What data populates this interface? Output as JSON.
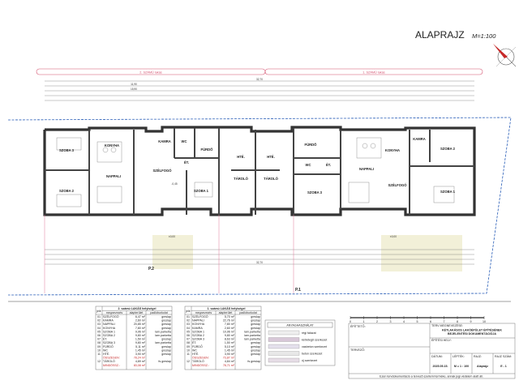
{
  "title": "ALAPRAJZ",
  "scale": "M=1:100",
  "banners": {
    "left": "2. SZÁMÚ lakás",
    "right": "1. SZÁMÚ lakás"
  },
  "dimensions": {
    "total": "32,70",
    "left_total": "15,90",
    "left_sub": "11,90",
    "bottom_total": "32,70"
  },
  "plots": {
    "p2": "P.2",
    "p1": "P.1"
  },
  "levels": {
    "a": "±0,00",
    "b": "±0,00",
    "c": "-0,45"
  },
  "unit2_rooms": [
    "SZOBA 3",
    "KONYHA",
    "KAMRA",
    "WC",
    "FÜRDŐ",
    "SZÉLFOGÓ",
    "ÉT.",
    "SZOBA 2",
    "NAPPALI",
    "SZOBA 1",
    "HTÉ.",
    "TÁROLÓ"
  ],
  "unit1_rooms": [
    "HTÉ.",
    "TÁROLÓ",
    "FÜRDŐ",
    "WC",
    "ÉT.",
    "SZOBA 3",
    "NAPPALI",
    "KONYHA",
    "KAMRA",
    "SZOBA 2",
    "SZOBA 1",
    "SZÉLFOGÓ"
  ],
  "table2": {
    "title": "2. számú LAKÁS helyiségei",
    "headers": [
      "jele",
      "megnevezés",
      "alapterület",
      "padlóburkolat"
    ],
    "rows": [
      [
        "01",
        "SZÉLFOGÓ",
        "6,47 m²",
        "greslap"
      ],
      [
        "02",
        "KAMRA",
        "2,60 m²",
        "greslap"
      ],
      [
        "03",
        "NAPPALI",
        "20,85 m²",
        "greslap"
      ],
      [
        "04",
        "KONYHA",
        "7,80 m²",
        "greslap"
      ],
      [
        "05",
        "SZOBA 1",
        "9,96 m²",
        "lam.parketta"
      ],
      [
        "06",
        "SZOBA 2",
        "9,80 m²",
        "lam.parketta"
      ],
      [
        "07",
        "ÉT.",
        "1,50 m²",
        "greslap"
      ],
      [
        "08",
        "SZOBA 3",
        "9,80 m²",
        "lam.parketta"
      ],
      [
        "09",
        "FÜRDŐ",
        "5,11 m²",
        "greslap"
      ],
      [
        "10",
        "WC",
        "1,45 m²",
        "greslap"
      ],
      [
        "11",
        "HTÉ.",
        "3,90 m²",
        "greslap"
      ]
    ],
    "sum_label": "ÖSSZESEN:",
    "sum": "78,24 m²",
    "extra": [
      "12",
      "TÁROLÓ",
      "4,89 m²",
      "fs.greslap"
    ],
    "total_label": "MINDÖSSZ.:",
    "total": "83,08 m²"
  },
  "table1": {
    "title": "1. számú LAKÁS helyiségei",
    "headers": [
      "jele",
      "megnevezés",
      "alapterület",
      "padlóburkolat"
    ],
    "rows": [
      [
        "01",
        "SZÉLFOGÓ",
        "5,70 m²",
        "greslap"
      ],
      [
        "02",
        "NAPPALI",
        "22,76 m²",
        "greslap"
      ],
      [
        "03",
        "KONYHA",
        "7,80 m²",
        "greslap"
      ],
      [
        "04",
        "KAMRA",
        "2,60 m²",
        "greslap"
      ],
      [
        "05",
        "SZOBA 1",
        "10,96 m²",
        "lam.parketta"
      ],
      [
        "06",
        "SZOBA 2",
        "9,80 m²",
        "lam.parketta"
      ],
      [
        "07",
        "SZOBA 3",
        "8,63 m²",
        "lam.parketta"
      ],
      [
        "08",
        "ÉT.",
        "1,50 m²",
        "greslap"
      ],
      [
        "09",
        "FÜRDŐ",
        "5,10 m²",
        "greslap"
      ],
      [
        "10",
        "WC",
        "1,45 m²",
        "greslap"
      ],
      [
        "11",
        "HTÉ.",
        "3,90 m²",
        "greslap"
      ]
    ],
    "sum_label": "ÖSSZESEN:",
    "sum": "73,87 m²",
    "extra": [
      "12",
      "TÁROLÓ",
      "4,84 m²",
      "fs.greslap"
    ],
    "total_label": "MINDÖSSZ.:",
    "total": "78,71 m²"
  },
  "legend": {
    "title": "ANYAGHASZNÁLAT",
    "items": [
      "régi falazat",
      "kétrétegű szerkezet",
      "vasbeton szerkezet",
      "beton szerkezet",
      "új szerkezet"
    ]
  },
  "scalebar": [
    "0",
    "1",
    "2",
    "3",
    "4",
    "5",
    "6",
    "7",
    "8",
    "9",
    "10"
  ],
  "titleblock": {
    "client_label": "ÉPÍTTETŐ:",
    "designer_label": "TERVEZŐ:",
    "name_label": "TERV MEGNEVEZÉSE:",
    "name_line1": "KÉTLAKÁSOS LAKÓÉPÜLET ÉPÍTÉSÉNEK",
    "name_line2": "BEJELENTÉSI DOKUMENTÁCIÓJA",
    "site_label": "ÉPÍTÉSI HELY:",
    "date_label": "DÁTUM:",
    "date": "2025.05.15.",
    "scale_label": "LÉPTÉK:",
    "scale": "M = 1 : 100",
    "drawing_label": "RAJZ:",
    "drawing": "Alaprajz",
    "number_label": "RAJZ SZÁM:",
    "number": "E - 1",
    "footer": "Ezen tervdokumentáció a tervező szellemi terméke, annak jogi védelem alatt áll."
  },
  "colors": {
    "banner": "#d4506e",
    "property_line": "#2b5fb8",
    "north": "#c62828"
  }
}
